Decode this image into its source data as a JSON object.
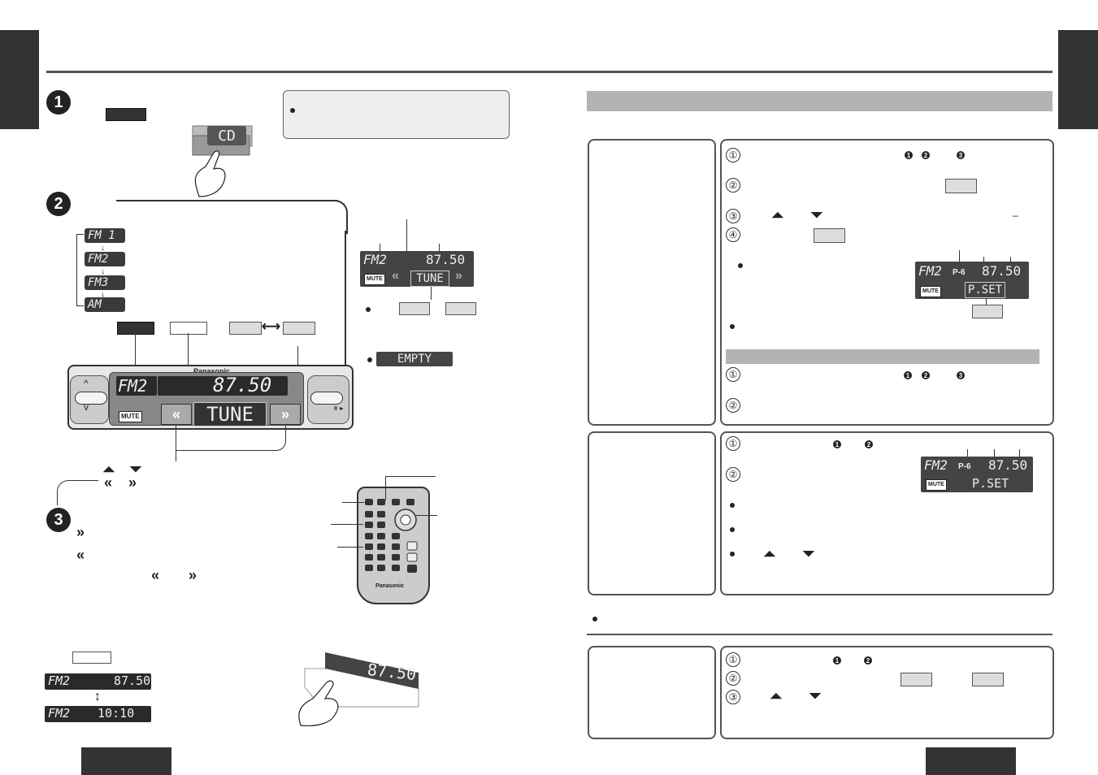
{
  "steps": {
    "s1": "1",
    "s2": "2",
    "s3": "3"
  },
  "band_sequence": [
    "FM 1",
    "FM2",
    "FM3",
    "AM"
  ],
  "main_display": {
    "brand": "Panasonic",
    "band": "FM2",
    "frequency": "87.50",
    "mode": "TUNE",
    "mute_label": "MUTE",
    "pause_play": "II ►"
  },
  "cd_display": "CD",
  "small_display": {
    "band": "FM2",
    "frequency": "87.50",
    "mode": "TUNE",
    "mute_label": "MUTE"
  },
  "empty_badge": "EMPTY",
  "preset_display": {
    "band": "FM2",
    "ch": "P-6",
    "frequency": "87.50",
    "mode": "P.SET",
    "mute_label": "MUTE"
  },
  "clock_display": {
    "band": "FM2",
    "frequency": "87.50",
    "time": "10:10"
  },
  "remote_brand": "Panasonic",
  "finger_display": "87.50",
  "circled": {
    "c1": "①",
    "c2": "②",
    "c3": "③",
    "c4": "④"
  },
  "filled": {
    "f1": "1",
    "f2": "2",
    "f3": "3"
  },
  "dash": "–",
  "glyphs": {
    "double_right": "»",
    "double_left": "«",
    "arrows_lr": "⟷",
    "arrows_ud": "↕"
  }
}
